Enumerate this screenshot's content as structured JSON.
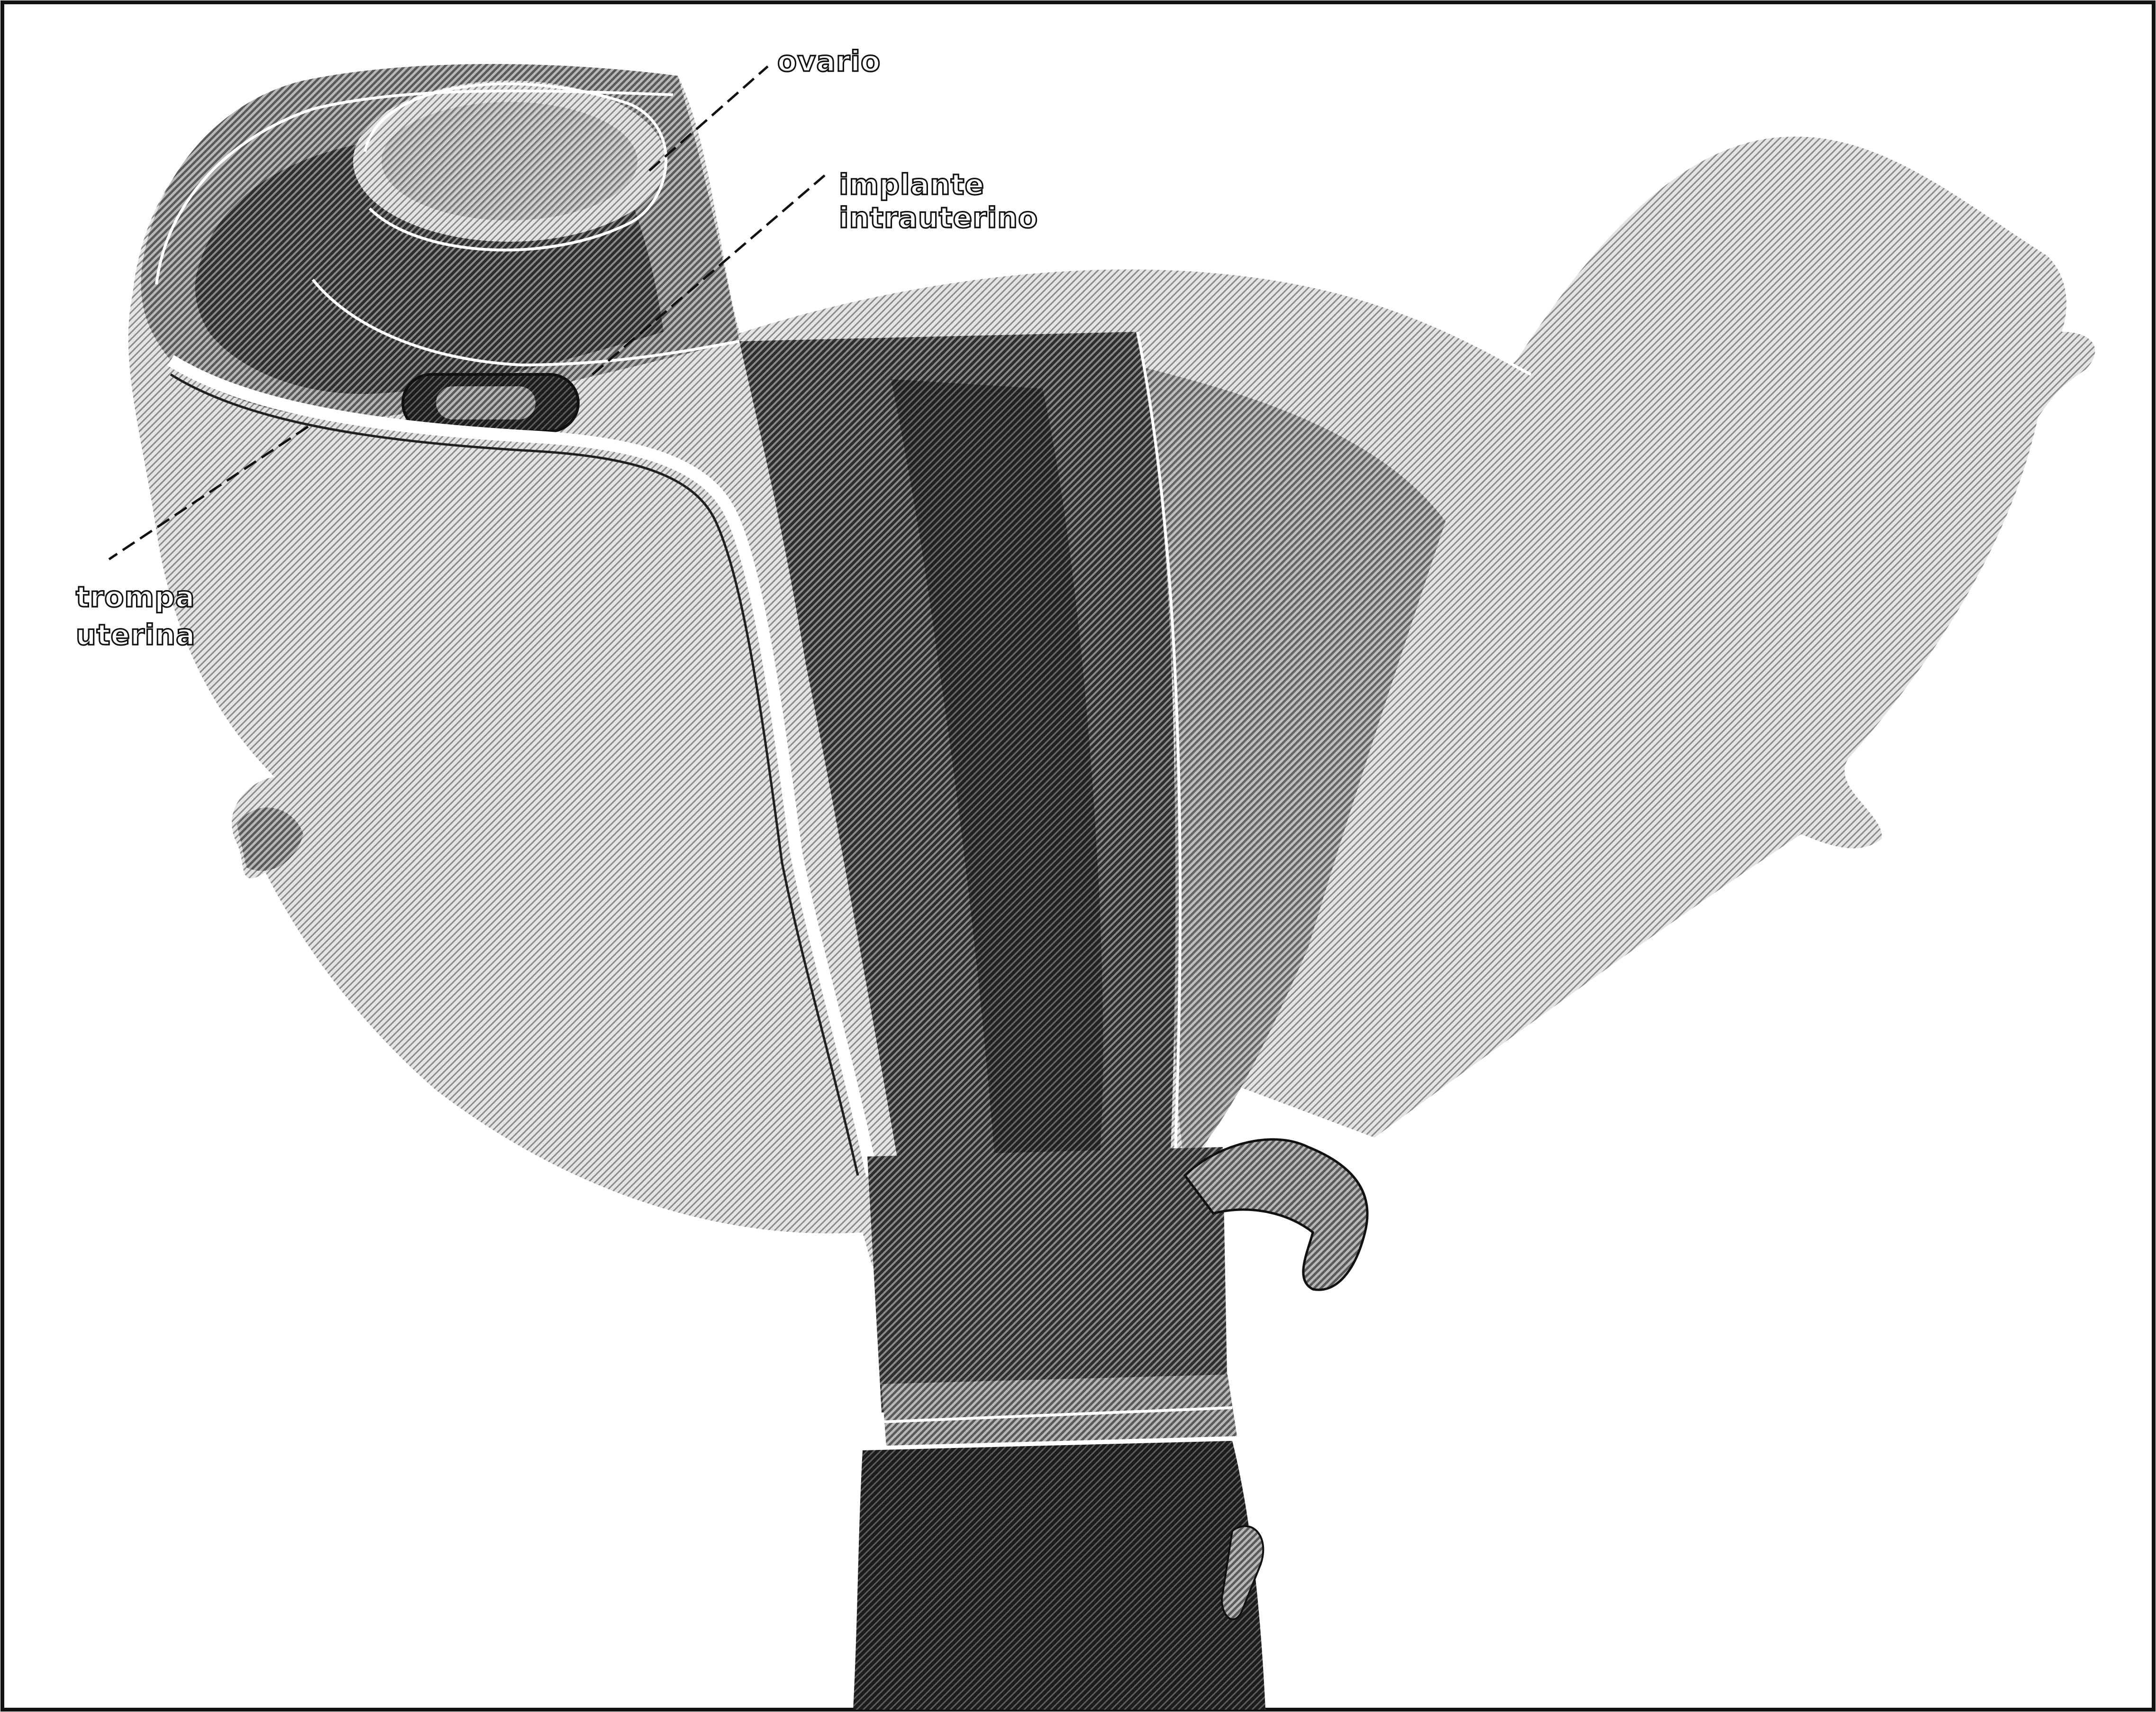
{
  "figure": {
    "labels": {
      "ovary": "ovario",
      "implant_line1": "implante",
      "implant_line2": "intrauterino",
      "tube_line1": "trompa",
      "tube_line2": "uterina"
    }
  }
}
